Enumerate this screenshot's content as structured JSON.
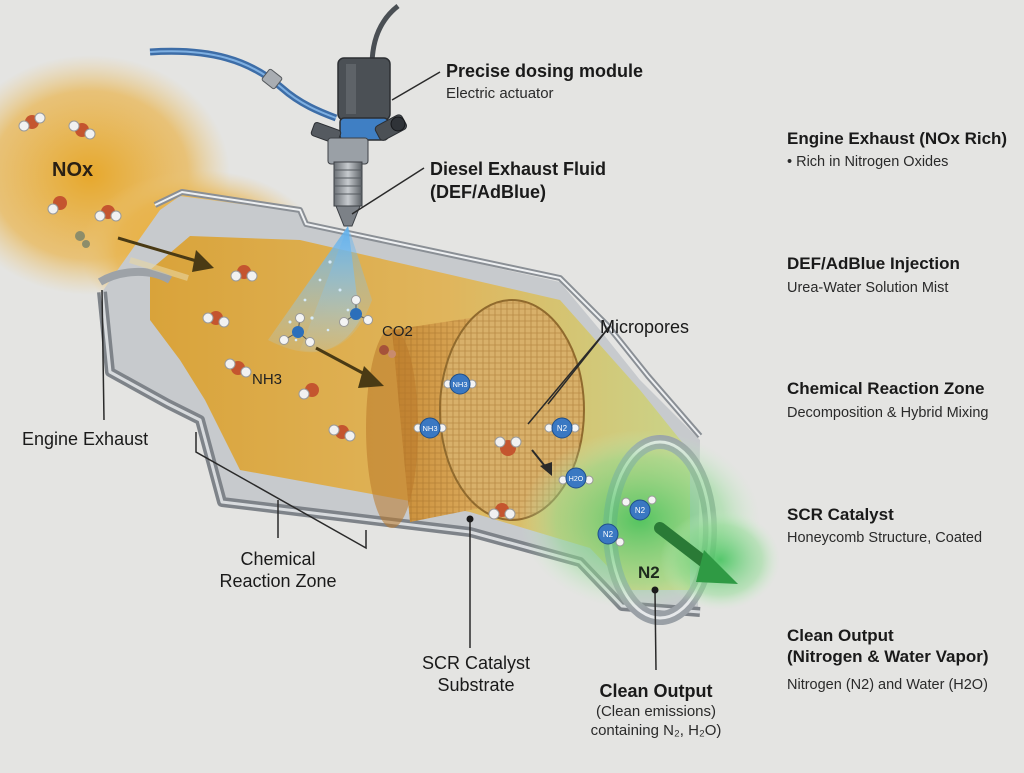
{
  "labels": {
    "nox": "NOx",
    "nh3_mid": "NH3",
    "co2": "CO2",
    "n2_tail": "N2",
    "micropores": "Micropores",
    "dosing_title": "Precise dosing module",
    "dosing_sub": "Electric actuator",
    "def_line1": "Diesel Exhaust Fluid",
    "def_line2": "(DEF/AdBlue)",
    "engine_exhaust": "Engine Exhaust",
    "crz_line1": "Chemical",
    "crz_line2": "Reaction Zone",
    "scr_line1": "SCR Catalyst",
    "scr_line2": "Substrate",
    "clean_title": "Clean Output",
    "clean_sub1": "(Clean emissions)",
    "clean_sub2": "containing N₂, H₂O)"
  },
  "molecule_badges": {
    "nh3": "NH3",
    "n2": "N2",
    "h2o": "H2O"
  },
  "legend": [
    {
      "title": "Engine Exhaust (NOx Rich)",
      "desc": "• Rich in Nitrogen Oxides"
    },
    {
      "title": "DEF/AdBlue Injection",
      "desc": "Urea-Water Solution Mist"
    },
    {
      "title": "Chemical Reaction Zone",
      "desc": "Decomposition & Hybrid Mixing"
    },
    {
      "title": "SCR Catalyst",
      "desc": "Honeycomb Structure, Coated"
    },
    {
      "title": "Clean Output\n(Nitrogen & Water Vapor)",
      "desc": "Nitrogen (N2) and Water (H2O)"
    }
  ],
  "colors": {
    "exhaust": "#e7a523",
    "def_mist": "#5fb0ec",
    "clean": "#3fc25a",
    "oxygen_atom": "#c4552f",
    "nitrogen_atom": "#2c6fba",
    "metal": "#b9bdc2"
  }
}
